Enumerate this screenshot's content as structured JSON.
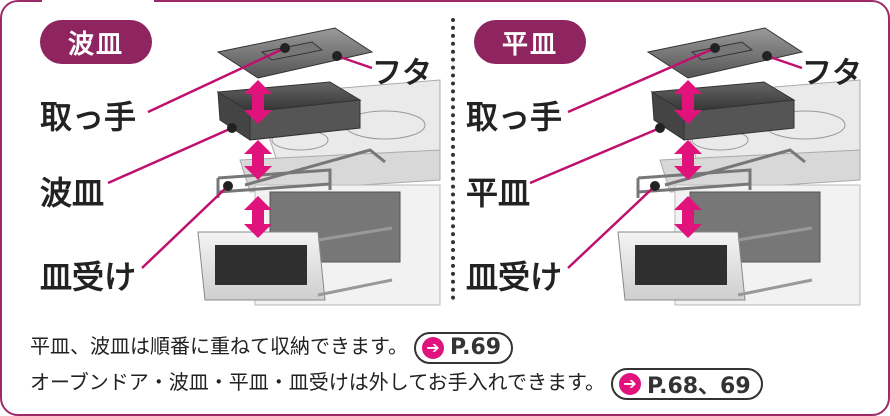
{
  "left": {
    "badge": "波皿",
    "labels": {
      "lid": "フタ",
      "handle": "取っ手",
      "tray": "波皿",
      "receiver": "皿受け"
    }
  },
  "right": {
    "badge": "平皿",
    "labels": {
      "lid": "フタ",
      "handle": "取っ手",
      "tray": "平皿",
      "receiver": "皿受け"
    }
  },
  "notes": [
    {
      "text": "平皿、波皿は順番に重ねて収納できます。",
      "ref": "P.69"
    },
    {
      "text": "オーブンドア・波皿・平皿・皿受けは外してお手入れできます。",
      "ref": "P.68、69"
    }
  ],
  "icons": {
    "reference_arrow": "arrow-right-icon"
  },
  "colors": {
    "accent": "#9d2b6b",
    "arrow": "#e0127c",
    "leader": "#c0106f"
  }
}
